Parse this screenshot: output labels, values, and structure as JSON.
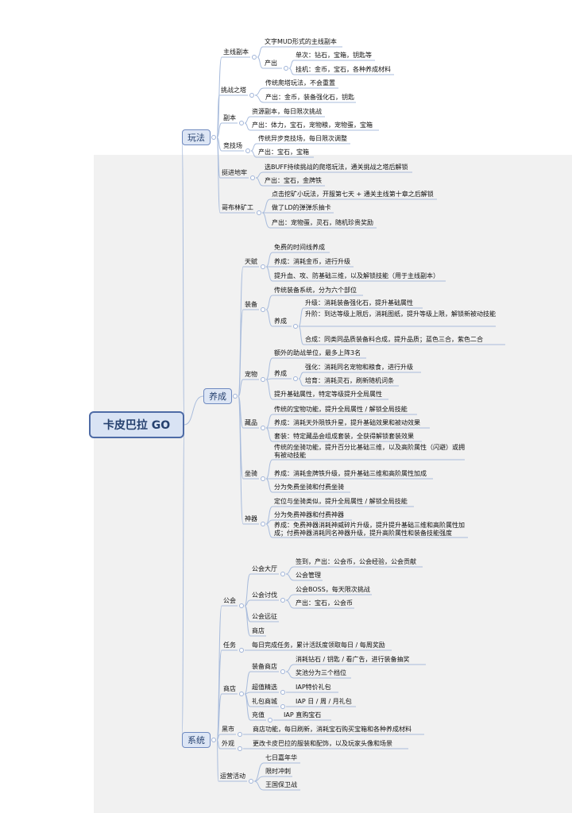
{
  "root": "卡皮巴拉 GO",
  "groups": [
    "玩法",
    "养成",
    "系统"
  ],
  "play": {
    "main": {
      "title": "主线副本",
      "c1": "文字MUD形式的主线副本",
      "c2": "产出",
      "c2a": "单次：钻石，宝箱，钥匙等",
      "c2b": "挂机：金币，宝石，各种养成材料"
    },
    "tower": {
      "title": "挑战之塔",
      "c1": "传统爬塔玩法，不会重置",
      "c2": "产出：金币，装备强化石，钥匙"
    },
    "dungeon": {
      "title": "副本",
      "c1": "资源副本，每日限次挑战",
      "c2": "产出：体力，宝石，宠物粮，宠物蛋，宝箱"
    },
    "arena": {
      "title": "竞技场",
      "c1": "传统异步竞技场，每日限次调整",
      "c2": "产出：宝石，宝箱"
    },
    "lair": {
      "title": "挺进地牢",
      "c1": "选BUFF持续挑战的爬塔玩法，通关挑战之塔后解锁",
      "c2": "产出：宝石，金牌铁"
    },
    "mine": {
      "title": "哥布林矿工",
      "c1": "点击挖矿小玩法，开服第七天 + 通关主线第十章之后解锁",
      "c2": "做了LD的弹弹乐抽卡",
      "c3": "产出：宠物蛋，灵石，随机珍贵奖励"
    }
  },
  "grow": {
    "talent": {
      "title": "天赋",
      "c1": "免费的时间线养成",
      "c2": "养成：消耗金币，进行升级",
      "c3": "提升血、攻、防基础三维，以及解锁技能（用于主线副本）"
    },
    "equip": {
      "title": "装备",
      "c1": "传统装备系统，分为六个部位",
      "c2": "养成",
      "c2a": "升级：消耗装备强化石，提升基础属性",
      "c2b": "升阶：到达等级上限后，消耗图纸，提升等级上限，解锁新被动技能",
      "c2c": "合成：同类同品质装备料合成，提升品质；蓝色三合，紫色二合"
    },
    "pet": {
      "title": "宠物",
      "c1": "额外的助战单位，最多上阵3名",
      "c2": "养成",
      "c2a": "强化：消耗同名宠物和粮食，进行升级",
      "c2b": "培育：消耗灵石，刷新随机词条",
      "c3": "提升基础属性，特定等级提升全局属性"
    },
    "relic": {
      "title": "藏品",
      "c1": "传统的宝物功能，提升全局属性 / 解锁全局技能",
      "c2": "养成：消耗天外陨铁升星，提升基础效果和被动效果",
      "c3": "套装：特定藏品会组成套装，全获得解锁套装效果"
    },
    "mount": {
      "title": "坐骑",
      "c1": "传统的坐骑功能，提升百分比基础三维，以及高阶属性（闪避）或拥有被动技能",
      "c2": "养成：消耗金牌铁升级，提升基础三维和高阶属性加成",
      "c3": "分为免费坐骑和付费坐骑"
    },
    "artifact": {
      "title": "神器",
      "c1": "定位与坐骑类似，提升全局属性 / 解锁全局技能",
      "c2": "分为免费神器和付费神器",
      "c3": "养成：免费神器消耗神威碎片升级，提升提升基础三维和高阶属性加成；付费神器消耗同名神器升级，提升高阶属性和装备技能强度"
    }
  },
  "sys": {
    "guild": {
      "title": "公会",
      "hall": "公会大厅",
      "hall1": "签到，产出：公会币，公会经验，公会贡献",
      "hall2": "公会管理",
      "raid": "公会讨伐",
      "raid1": "公会BOSS，每天限次挑战",
      "raid2": "产出：宝石，公会币",
      "expedition": "公会远征",
      "shop": "商店"
    },
    "task": {
      "title": "任务",
      "c1": "每日完成任务，累计活跃度领取每日 / 每周奖励"
    },
    "store": {
      "title": "商店",
      "equip": "装备商店",
      "equip1": "消耗钻石 / 钥匙 / 看广告，进行装备抽奖",
      "equip2": "奖池分为三个档位",
      "value": "超值精选",
      "value1": "IAP特价礼包",
      "gift": "礼包商城",
      "gift1": "IAP 日 / 周 / 月礼包",
      "topup": "充值",
      "topup1": "IAP 直购宝石"
    },
    "black": {
      "title": "黑市",
      "c1": "商店功能，每日刷新，消耗宝石购买宝箱和各种养成材料"
    },
    "look": {
      "title": "外观",
      "c1": "更改卡皮巴拉的服装和配饰，以及玩家头像和场景"
    },
    "event": {
      "title": "运营活动",
      "c1": "七日嘉年华",
      "c2": "限时冲刺",
      "c3": "王国保卫战"
    }
  }
}
